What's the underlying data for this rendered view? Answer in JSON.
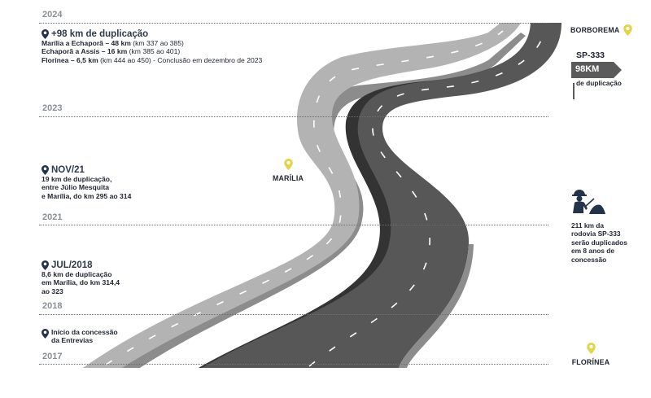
{
  "timeline": {
    "years": [
      "2024",
      "2023",
      "2021",
      "2018",
      "2017"
    ]
  },
  "milestones": [
    {
      "title": "+98 km de duplicação",
      "lines": [
        {
          "bold": "Marília a Echaporã – 48 km",
          "rest": " (km 337 ao 385)"
        },
        {
          "bold": "Echaporã a Assis – 16 km",
          "rest": " (km 385 ao 401)"
        },
        {
          "bold": "Florínea – 6,5 km",
          "rest": " (km 444 ao 450) - Conclusão em dezembro de 2023"
        }
      ]
    },
    {
      "title": "NOV/21",
      "lines": [
        "19 km de duplicação,",
        "entre Júlio Mesquita",
        "e Marília, do km 295 ao 314"
      ]
    },
    {
      "title": "JUL/2018",
      "lines": [
        "8,6 km de duplicação",
        "em Marília, do km 314,4",
        "ao 323"
      ]
    },
    {
      "title": "",
      "lines": [
        "Início da concessão",
        "da Entrevias"
      ]
    }
  ],
  "cities": {
    "borborema": "BORBOREMA",
    "marilia": "MARÍLIA",
    "florinea": "FLORÍNEA"
  },
  "sign": {
    "road": "SP-333",
    "km": "98KM",
    "caption": "de duplicação"
  },
  "worker_note": [
    "211 km da",
    "rodovia SP-333",
    "serão duplicados",
    "em 8 anos de",
    "concessão"
  ],
  "colors": {
    "pin_blue": "#23344a",
    "pin_yellow": "#e3d54a",
    "road_light": "#b3b3b3",
    "road_dark": "#575757"
  }
}
